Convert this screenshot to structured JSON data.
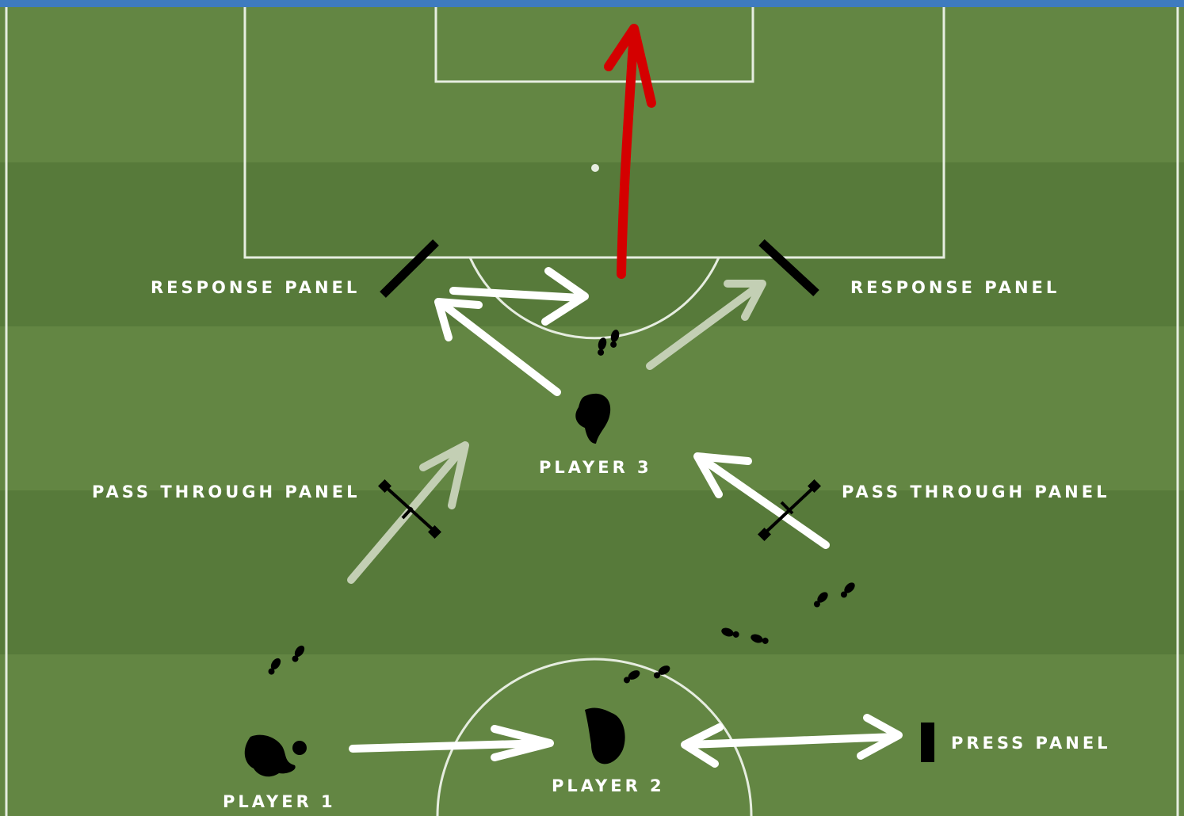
{
  "pitch": {
    "colors": {
      "top_bar": "#3e7bbf",
      "grass_light": "#638643",
      "grass_dark": "#577a3a",
      "lines": "#e6ede0",
      "shot_arrow": "#d40000",
      "arrow": "#ffffff",
      "faded_arrow": "#c3cfb4",
      "marker": "#000000"
    }
  },
  "labels": {
    "response_left": "RESPONSE PANEL",
    "response_right": "RESPONSE PANEL",
    "pass_left": "PASS THROUGH PANEL",
    "pass_right": "PASS THROUGH PANEL",
    "press": "PRESS PANEL",
    "player1": "PLAYER 1",
    "player2": "PLAYER 2",
    "player3": "PLAYER 3"
  },
  "icons": {
    "player": "player-silhouette-icon",
    "footsteps": "footsteps-icon",
    "ball": "ball-icon",
    "panel": "panel-icon"
  }
}
